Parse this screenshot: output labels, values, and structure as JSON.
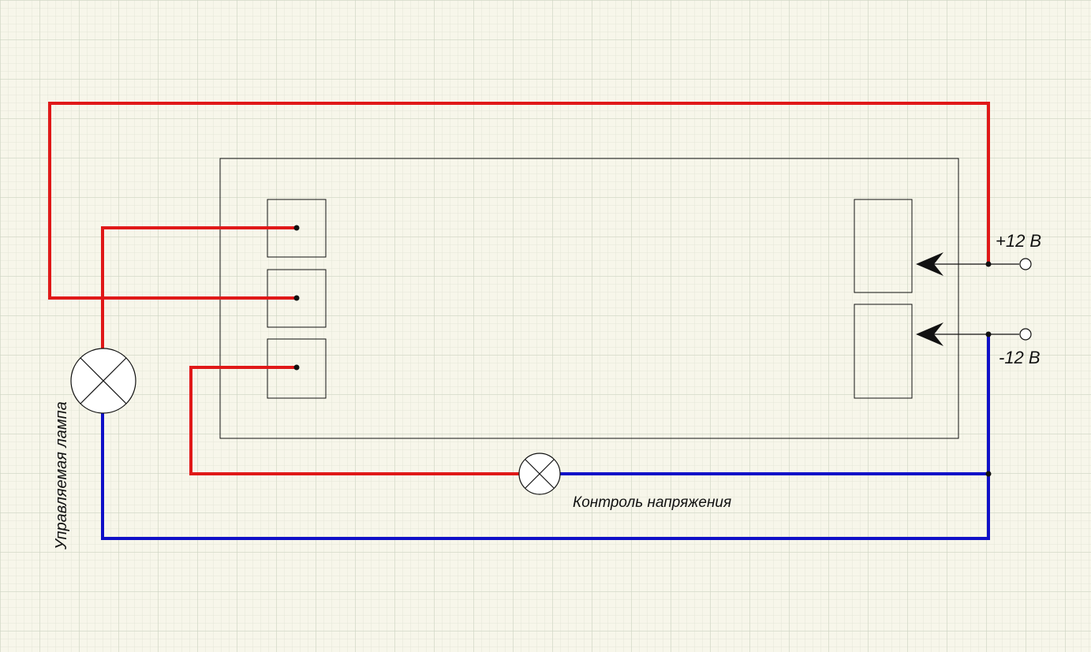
{
  "labels": {
    "plus_supply": "+12 В",
    "minus_supply": "-12 В",
    "controlled_lamp": "Управляемая лампа",
    "voltage_indicator": "Контроль напряжения"
  },
  "colors": {
    "positive_wire": "#e01818",
    "negative_wire": "#1010c8",
    "outline": "#111111",
    "background": "#f7f6ea"
  }
}
